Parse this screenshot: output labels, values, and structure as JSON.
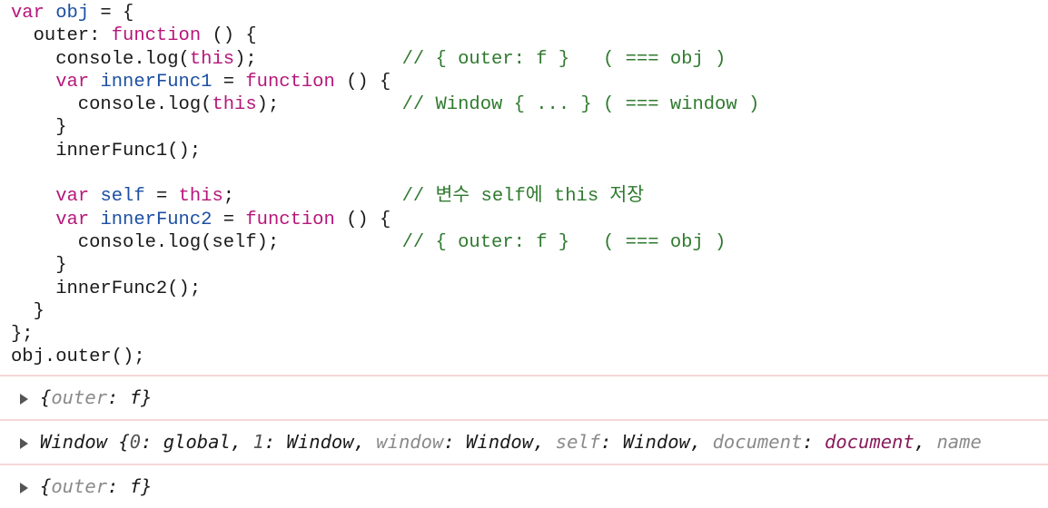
{
  "code_lines": [
    [
      {
        "t": "var",
        "k": "kw"
      },
      {
        "t": " ",
        "k": "pl"
      },
      {
        "t": "obj",
        "k": "vn"
      },
      {
        "t": " = {",
        "k": "pl"
      }
    ],
    [
      {
        "t": "  outer: ",
        "k": "pl"
      },
      {
        "t": "function",
        "k": "kw"
      },
      {
        "t": " () {",
        "k": "pl"
      }
    ],
    [
      {
        "t": "    console.log(",
        "k": "pl"
      },
      {
        "t": "this",
        "k": "kw"
      },
      {
        "t": ");             ",
        "k": "pl"
      },
      {
        "t": "// { outer: f }   ( === obj )",
        "k": "cm"
      }
    ],
    [
      {
        "t": "    ",
        "k": "pl"
      },
      {
        "t": "var",
        "k": "kw"
      },
      {
        "t": " ",
        "k": "pl"
      },
      {
        "t": "innerFunc1",
        "k": "vn"
      },
      {
        "t": " = ",
        "k": "pl"
      },
      {
        "t": "function",
        "k": "kw"
      },
      {
        "t": " () {",
        "k": "pl"
      }
    ],
    [
      {
        "t": "      console.log(",
        "k": "pl"
      },
      {
        "t": "this",
        "k": "kw"
      },
      {
        "t": ");           ",
        "k": "pl"
      },
      {
        "t": "// Window { ... } ( === window )",
        "k": "cm"
      }
    ],
    [
      {
        "t": "    }",
        "k": "pl"
      }
    ],
    [
      {
        "t": "    innerFunc1();",
        "k": "pl"
      }
    ],
    [
      {
        "t": "",
        "k": "pl"
      }
    ],
    [
      {
        "t": "    ",
        "k": "pl"
      },
      {
        "t": "var",
        "k": "kw"
      },
      {
        "t": " ",
        "k": "pl"
      },
      {
        "t": "self",
        "k": "vn"
      },
      {
        "t": " = ",
        "k": "pl"
      },
      {
        "t": "this",
        "k": "kw"
      },
      {
        "t": ";               ",
        "k": "pl"
      },
      {
        "t": "// 변수 self에 this 저장",
        "k": "cm"
      }
    ],
    [
      {
        "t": "    ",
        "k": "pl"
      },
      {
        "t": "var",
        "k": "kw"
      },
      {
        "t": " ",
        "k": "pl"
      },
      {
        "t": "innerFunc2",
        "k": "vn"
      },
      {
        "t": " = ",
        "k": "pl"
      },
      {
        "t": "function",
        "k": "kw"
      },
      {
        "t": " () {",
        "k": "pl"
      }
    ],
    [
      {
        "t": "      console.log(self);           ",
        "k": "pl"
      },
      {
        "t": "// { outer: f }   ( === obj )",
        "k": "cm"
      }
    ],
    [
      {
        "t": "    }",
        "k": "pl"
      }
    ],
    [
      {
        "t": "    innerFunc2();",
        "k": "pl"
      }
    ],
    [
      {
        "t": "  }",
        "k": "pl"
      }
    ],
    [
      {
        "t": "};",
        "k": "pl"
      }
    ],
    [
      {
        "t": "obj.outer();",
        "k": "pl"
      }
    ]
  ],
  "console_rows": [
    [
      {
        "t": "{",
        "k": "pl"
      },
      {
        "t": "outer",
        "k": "gk"
      },
      {
        "t": ": f}",
        "k": "pl"
      }
    ],
    [
      {
        "t": "Window {",
        "k": "pl"
      },
      {
        "t": "0",
        "k": "num"
      },
      {
        "t": ": global, ",
        "k": "pl"
      },
      {
        "t": "1",
        "k": "num"
      },
      {
        "t": ": Window, ",
        "k": "pl"
      },
      {
        "t": "window",
        "k": "gk"
      },
      {
        "t": ": Window, ",
        "k": "pl"
      },
      {
        "t": "self",
        "k": "gk"
      },
      {
        "t": ": Window, ",
        "k": "pl"
      },
      {
        "t": "document",
        "k": "gk"
      },
      {
        "t": ": ",
        "k": "pl"
      },
      {
        "t": "document",
        "k": "doc"
      },
      {
        "t": ", ",
        "k": "pl"
      },
      {
        "t": "name",
        "k": "gk"
      }
    ],
    [
      {
        "t": "{",
        "k": "pl"
      },
      {
        "t": "outer",
        "k": "gk"
      },
      {
        "t": ": f}",
        "k": "pl"
      }
    ]
  ],
  "colors": {
    "keyword": "#b5177a",
    "variable": "#1c4fa3",
    "comment": "#2f7a2e",
    "separator": "#f6d6d6"
  }
}
